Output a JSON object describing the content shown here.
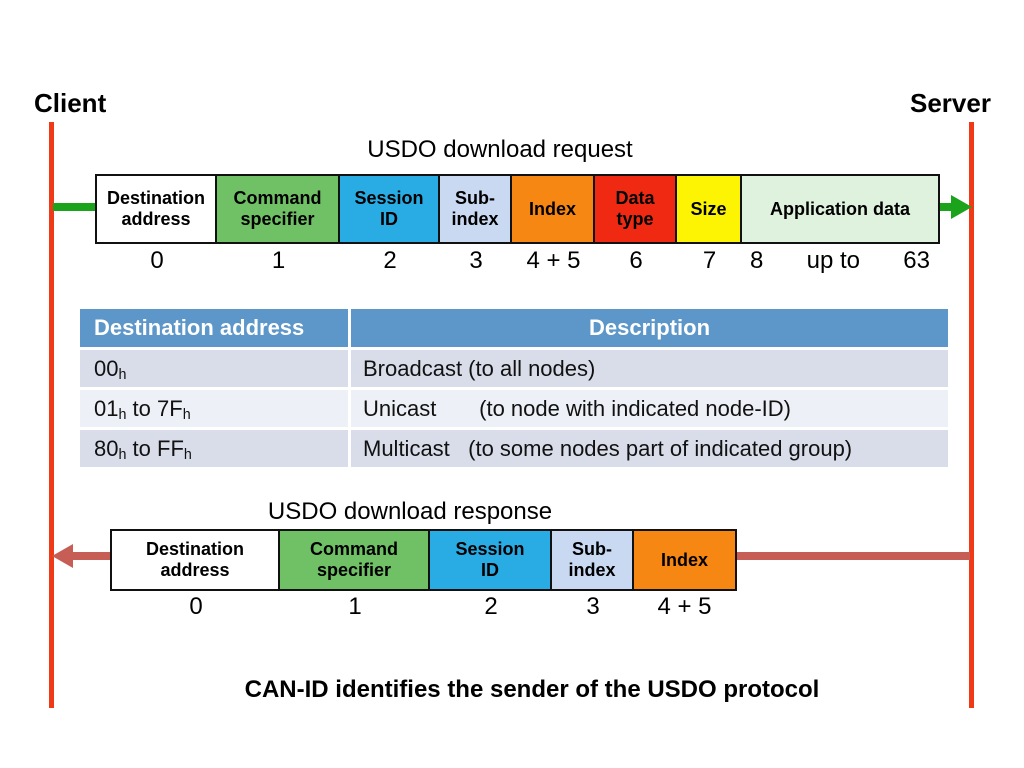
{
  "client_label": "Client",
  "server_label": "Server",
  "colors": {
    "lifeline": "#f03a17",
    "request_arrow": "#1ba31b",
    "response_arrow": "#c65e55",
    "cell_white": "#ffffff",
    "cell_green": "#70c166",
    "cell_cyan": "#29ace3",
    "cell_lightblue": "#c9d9f2",
    "cell_orange": "#f68712",
    "cell_red": "#f02a12",
    "cell_yellow": "#fcf403",
    "cell_lightgreen": "#dff2de",
    "table_header_bg": "#5d96c8",
    "table_row_dark": "#d8dde9",
    "table_row_light": "#edf0f6"
  },
  "request": {
    "title": "USDO download request",
    "cells": [
      {
        "label": "Destination\naddress",
        "byte": "0"
      },
      {
        "label": "Command\nspecifier",
        "byte": "1"
      },
      {
        "label": "Session\nID",
        "byte": "2"
      },
      {
        "label": "Sub-\nindex",
        "byte": "3"
      },
      {
        "label": "Index",
        "byte": "4 + 5"
      },
      {
        "label": "Data\ntype",
        "byte": "6"
      },
      {
        "label": "Size",
        "byte": "7"
      },
      {
        "label": "Application data",
        "byte_start": "8",
        "byte_mid": "up to",
        "byte_end": "63"
      }
    ]
  },
  "address_table": {
    "headers": [
      "Destination address",
      "Description"
    ],
    "rows": [
      {
        "address": [
          {
            "text": "00"
          },
          {
            "sub": "h"
          }
        ],
        "description": "Broadcast (to all nodes)"
      },
      {
        "address": [
          {
            "text": "01"
          },
          {
            "sub": "h"
          },
          {
            "text": " to 7F"
          },
          {
            "sub": "h"
          }
        ],
        "description": "Unicast       (to node with indicated node-ID)"
      },
      {
        "address": [
          {
            "text": "80"
          },
          {
            "sub": "h"
          },
          {
            "text": " to FF"
          },
          {
            "sub": "h"
          }
        ],
        "description": "Multicast   (to some nodes part of indicated group)"
      }
    ]
  },
  "response": {
    "title": "USDO download response",
    "cells": [
      {
        "label": "Destination\naddress",
        "byte": "0"
      },
      {
        "label": "Command\nspecifier",
        "byte": "1"
      },
      {
        "label": "Session\nID",
        "byte": "2"
      },
      {
        "label": "Sub-\nindex",
        "byte": "3"
      },
      {
        "label": "Index",
        "byte": "4 + 5"
      }
    ]
  },
  "footer_note": "CAN-ID identifies the sender of the USDO protocol"
}
